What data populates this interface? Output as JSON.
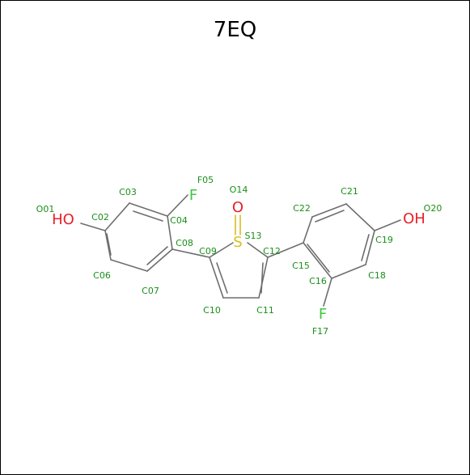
{
  "title": "7EQ",
  "colors": {
    "bond": "#6e6e6e",
    "label": "#1a8f1a",
    "oxygen": "#e8202a",
    "fluorine": "#3cc83c",
    "sulfur": "#d6c020",
    "title": "#000000"
  },
  "element_symbols": {
    "o_left": "HO",
    "o_right": "OH",
    "o_sulfonyl": "O",
    "s": "S",
    "f_top": "F",
    "f_bottom": "F"
  },
  "atom_labels": [
    "O01",
    "C02",
    "C03",
    "C04",
    "F05",
    "C06",
    "C07",
    "C08",
    "C09",
    "C10",
    "C11",
    "C12",
    "S13",
    "O14",
    "C15",
    "C16",
    "F17",
    "C18",
    "C19",
    "O20",
    "C21",
    "C22"
  ]
}
